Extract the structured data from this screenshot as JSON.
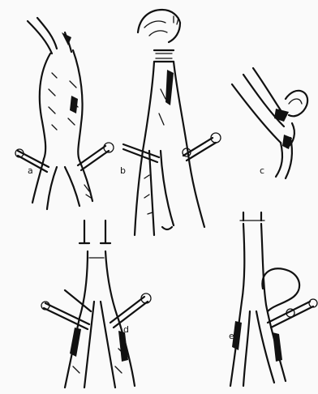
{
  "figure": {
    "panels": [
      {
        "id": "a",
        "label": "a"
      },
      {
        "id": "b",
        "label": "b"
      },
      {
        "id": "c",
        "label": "c"
      },
      {
        "id": "d",
        "label": "d"
      },
      {
        "id": "e",
        "label": "e"
      }
    ]
  },
  "colors": {
    "ink": "#111111",
    "paper": "#fafafa"
  }
}
